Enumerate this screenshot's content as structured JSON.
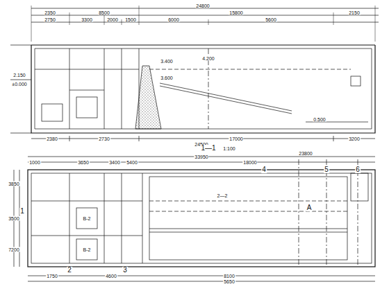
{
  "diagram": {
    "labels": [
      "24800",
      "2350",
      "8500",
      "15800",
      "2150",
      "2750",
      "3300",
      "2000",
      "1500",
      "6000",
      "5600",
      "4.200",
      "3.400",
      "3.600",
      "2.150",
      "±0.000",
      "0.500",
      "2380",
      "2730",
      "17000",
      "3200",
      "24500",
      "1—1",
      "1:100",
      "33950",
      "23800",
      "18000",
      "1000",
      "3650",
      "3400",
      "5400",
      "3850",
      "3500",
      "7200",
      "1",
      "2",
      "3",
      "4",
      "5",
      "6",
      "A",
      "2—2",
      "B-2",
      "B-2",
      "1750",
      "4600",
      "5650",
      "8100"
    ]
  }
}
